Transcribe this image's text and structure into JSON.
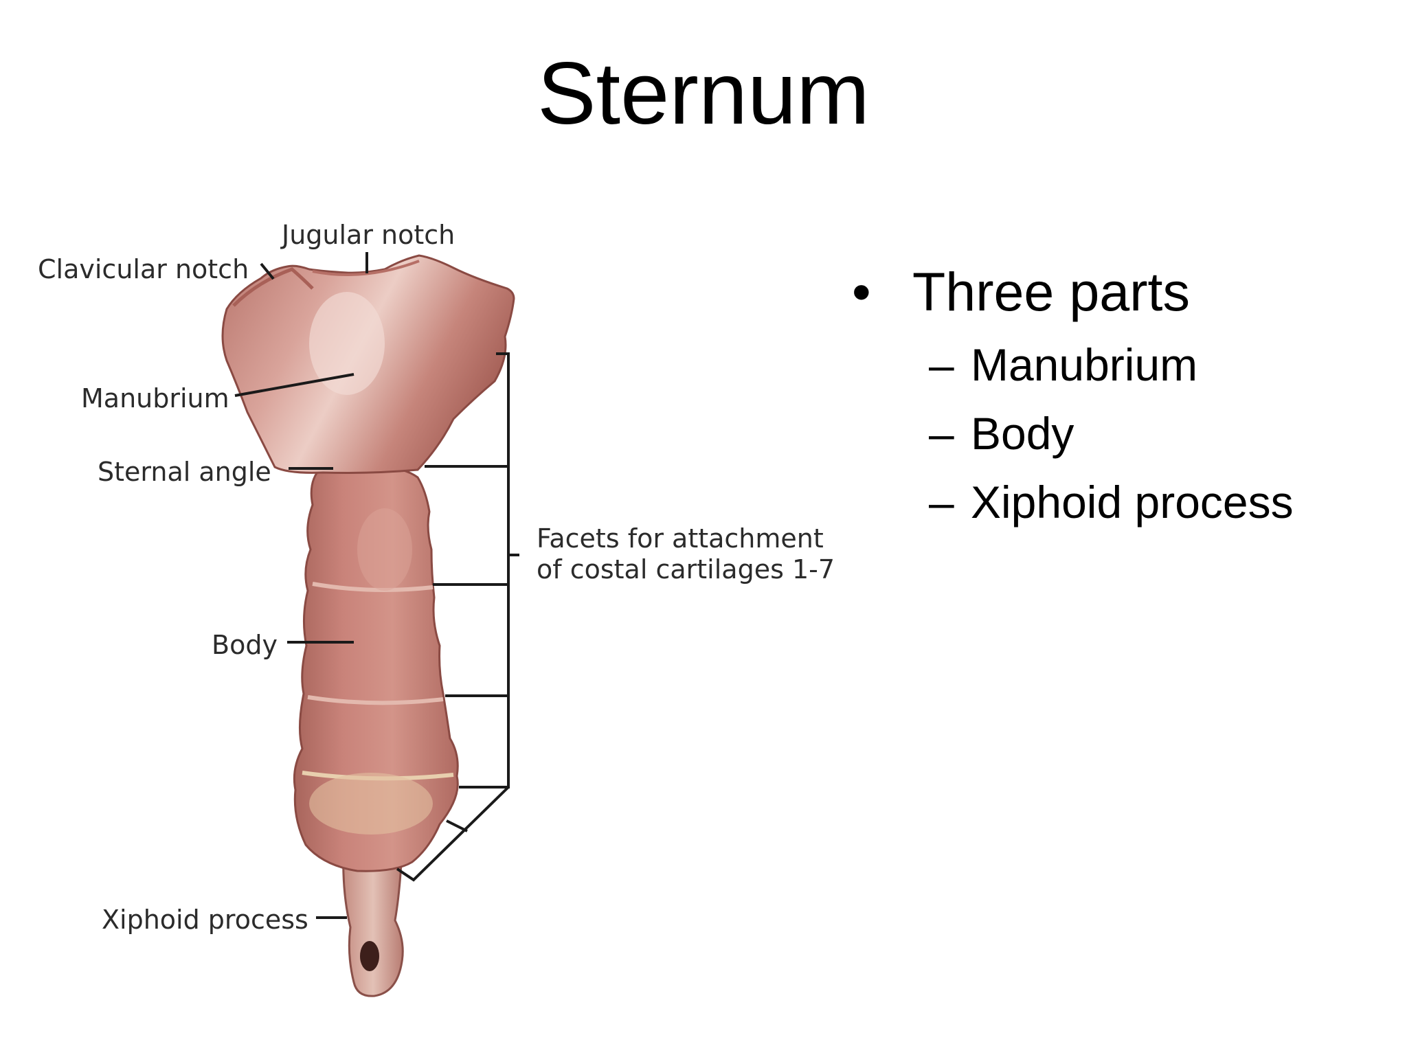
{
  "slide": {
    "title": "Sternum"
  },
  "figure": {
    "labels": {
      "jugular_notch": "Jugular notch",
      "clavicular_notch": "Clavicular notch",
      "manubrium": "Manubrium",
      "sternal_angle": "Sternal angle",
      "facets_line1": "Facets for attachment",
      "facets_line2": "of costal cartilages 1-7",
      "body": "Body",
      "xiphoid_process": "Xiphoid process"
    },
    "colors": {
      "bone": "#c9837a",
      "bone_shadow": "#9a5a53",
      "bone_highlight": "#ecd0c8",
      "bone_pale": "#e2bfa0",
      "leader": "#1a1a1a"
    }
  },
  "bullets": {
    "marker": "•",
    "sub_marker": "–",
    "main": "Three parts",
    "sub": [
      "Manubrium",
      "Body",
      "Xiphoid process"
    ]
  }
}
